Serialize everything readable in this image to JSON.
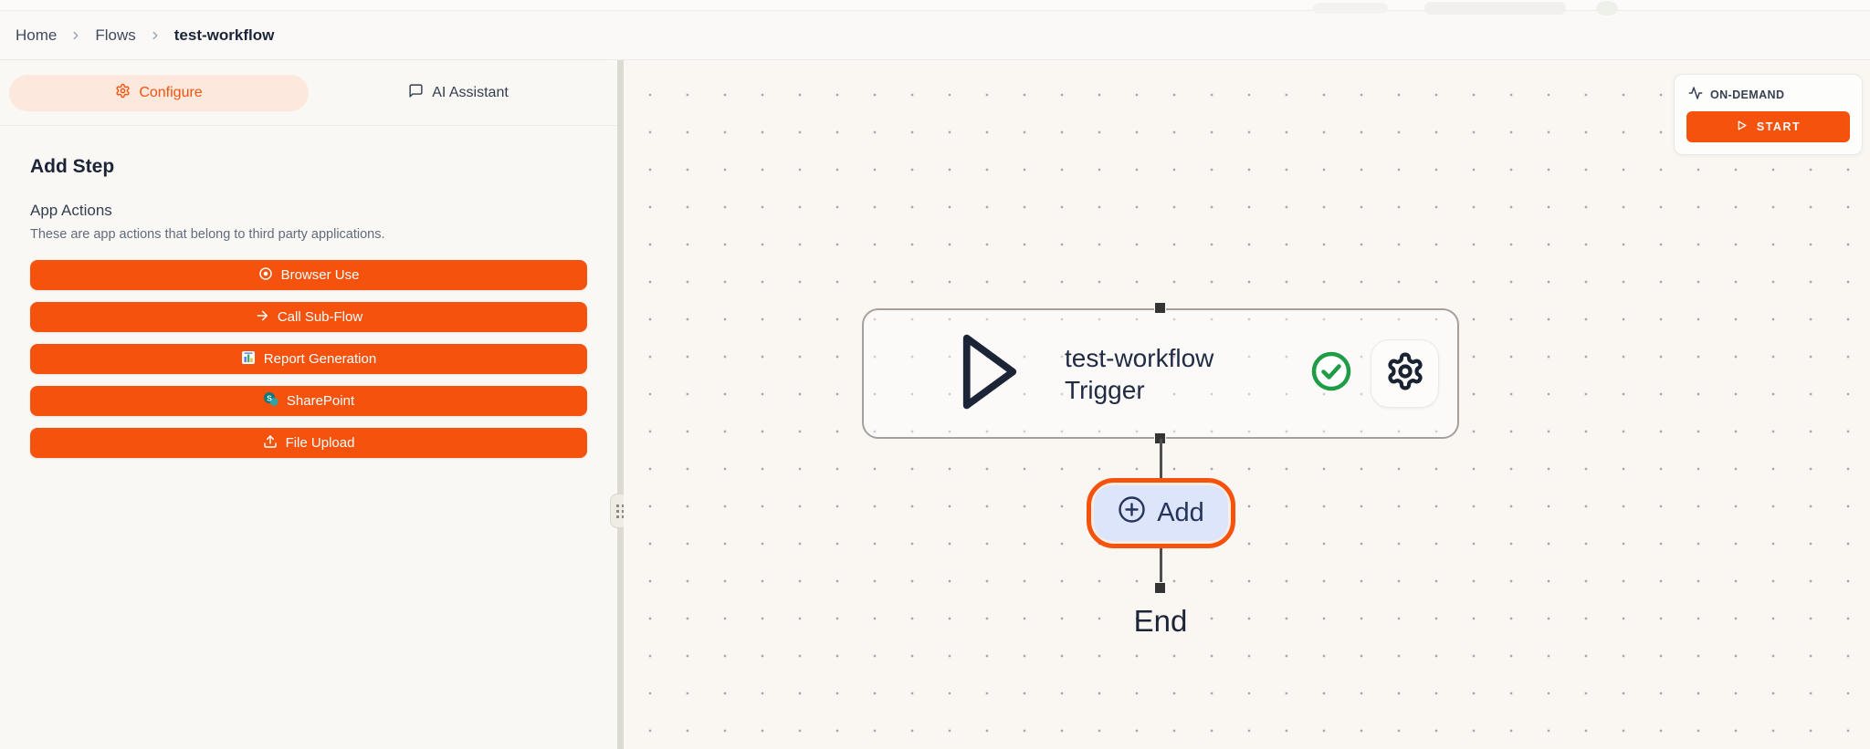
{
  "breadcrumb": {
    "home": "Home",
    "flows": "Flows",
    "current": "test-workflow"
  },
  "sidebar": {
    "tabs": [
      {
        "label": "Configure",
        "icon": "gear-icon",
        "active": true
      },
      {
        "label": "AI Assistant",
        "icon": "chat-icon",
        "active": false
      }
    ],
    "heading": "Add Step",
    "section": {
      "title": "App Actions",
      "description": "These are app actions that belong to third party applications."
    },
    "actions": [
      {
        "label": "Browser Use",
        "icon": "radio-target-icon"
      },
      {
        "label": "Call Sub-Flow",
        "icon": "arrow-right-icon"
      },
      {
        "label": "Report Generation",
        "icon": "report-chart-icon"
      },
      {
        "label": "SharePoint",
        "icon": "sharepoint-icon"
      },
      {
        "label": "File Upload",
        "icon": "upload-icon"
      }
    ]
  },
  "canvas": {
    "trigger_node": {
      "title_line1": "test-workflow",
      "title_line2": "Trigger",
      "status": "valid",
      "icons": [
        "play-icon",
        "check-badge-icon",
        "gear-icon"
      ]
    },
    "add_button": {
      "label": "Add",
      "icon": "plus-circle-icon"
    },
    "end_label": "End",
    "run_panel": {
      "mode_label": "ON-DEMAND",
      "mode_icon": "activity-pulse-icon",
      "start_label": "START",
      "start_icon": "play-icon"
    }
  },
  "colors": {
    "accent": "#F4520D",
    "accent_soft": "#FCE8DC",
    "success": "#1E9C46",
    "node_add_fill": "#DCE5FA",
    "text_dark": "#1B2537"
  }
}
